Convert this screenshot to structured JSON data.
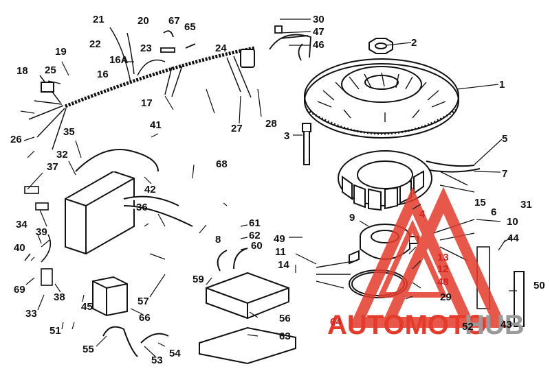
{
  "callouts": [
    "1",
    "2",
    "3",
    "4",
    "5",
    "6",
    "7",
    "8",
    "9",
    "10",
    "11",
    "12",
    "13",
    "14",
    "15",
    "16",
    "16A",
    "17",
    "18",
    "19",
    "20",
    "21",
    "22",
    "23",
    "24",
    "25",
    "26",
    "27",
    "28",
    "29",
    "30",
    "31",
    "32",
    "33",
    "34",
    "35",
    "36",
    "37",
    "38",
    "39",
    "40",
    "41",
    "42",
    "43",
    "44",
    "45",
    "46",
    "47",
    "48",
    "49",
    "50",
    "51",
    "52",
    "53",
    "54",
    "55",
    "56",
    "57",
    "59",
    "60",
    "61",
    "62",
    "63",
    "64",
    "65",
    "66",
    "67",
    "68",
    "69"
  ],
  "watermark": {
    "text_a": "AUTOMOTO",
    "text_b": "HUB",
    "color_a": "#e53b2b",
    "color_b": "#9a9a9a",
    "logo_color": "#e53b2b"
  },
  "line_color": "#111111"
}
